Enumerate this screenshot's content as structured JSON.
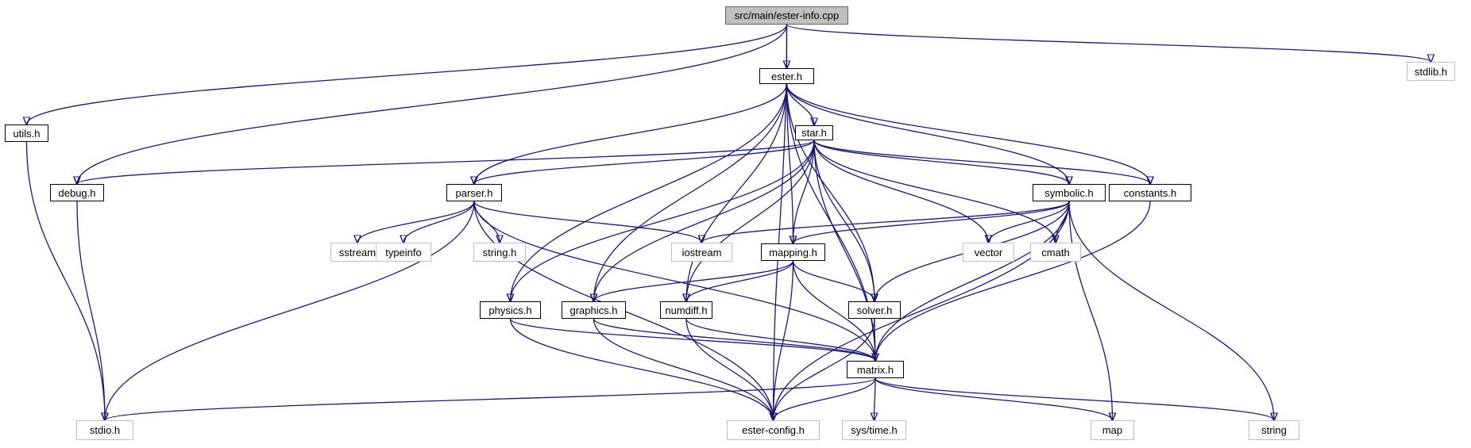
{
  "graph": {
    "colors": {
      "edge": "#191970",
      "root_fill": "#bfbfbf",
      "external_border": "#bfbfbf",
      "internal_border": "#000000"
    },
    "nodes": [
      {
        "id": "root",
        "label": "src/main/ester-info.cpp",
        "kind": "root"
      },
      {
        "id": "ester",
        "label": "ester.h",
        "kind": "internal"
      },
      {
        "id": "stdlib",
        "label": "stdlib.h",
        "kind": "external"
      },
      {
        "id": "utils",
        "label": "utils.h",
        "kind": "internal"
      },
      {
        "id": "star",
        "label": "star.h",
        "kind": "internal"
      },
      {
        "id": "debug",
        "label": "debug.h",
        "kind": "internal"
      },
      {
        "id": "parser",
        "label": "parser.h",
        "kind": "internal"
      },
      {
        "id": "symbolic",
        "label": "symbolic.h",
        "kind": "internal"
      },
      {
        "id": "constants",
        "label": "constants.h",
        "kind": "internal"
      },
      {
        "id": "sstream",
        "label": "sstream",
        "kind": "external"
      },
      {
        "id": "typeinfo",
        "label": "typeinfo",
        "kind": "external"
      },
      {
        "id": "string_h",
        "label": "string.h",
        "kind": "external"
      },
      {
        "id": "iostream",
        "label": "iostream",
        "kind": "external"
      },
      {
        "id": "mapping",
        "label": "mapping.h",
        "kind": "internal"
      },
      {
        "id": "vector",
        "label": "vector",
        "kind": "external"
      },
      {
        "id": "cmath",
        "label": "cmath",
        "kind": "external"
      },
      {
        "id": "physics",
        "label": "physics.h",
        "kind": "internal"
      },
      {
        "id": "graphics",
        "label": "graphics.h",
        "kind": "internal"
      },
      {
        "id": "numdiff",
        "label": "numdiff.h",
        "kind": "internal"
      },
      {
        "id": "solver",
        "label": "solver.h",
        "kind": "internal"
      },
      {
        "id": "matrix",
        "label": "matrix.h",
        "kind": "internal"
      },
      {
        "id": "stdio",
        "label": "stdio.h",
        "kind": "external"
      },
      {
        "id": "esterconfig",
        "label": "ester-config.h",
        "kind": "external"
      },
      {
        "id": "systime",
        "label": "sys/time.h",
        "kind": "external"
      },
      {
        "id": "map",
        "label": "map",
        "kind": "external"
      },
      {
        "id": "string",
        "label": "string",
        "kind": "external"
      }
    ],
    "edges": [
      [
        "root",
        "ester"
      ],
      [
        "root",
        "stdlib"
      ],
      [
        "root",
        "utils"
      ],
      [
        "root",
        "debug"
      ],
      [
        "root",
        "esterconfig"
      ],
      [
        "utils",
        "stdio"
      ],
      [
        "debug",
        "stdio"
      ],
      [
        "ester",
        "star"
      ],
      [
        "ester",
        "parser"
      ],
      [
        "ester",
        "symbolic"
      ],
      [
        "ester",
        "constants"
      ],
      [
        "ester",
        "mapping"
      ],
      [
        "ester",
        "physics"
      ],
      [
        "ester",
        "graphics"
      ],
      [
        "ester",
        "numdiff"
      ],
      [
        "ester",
        "solver"
      ],
      [
        "ester",
        "matrix"
      ],
      [
        "star",
        "debug"
      ],
      [
        "star",
        "parser"
      ],
      [
        "star",
        "symbolic"
      ],
      [
        "star",
        "constants"
      ],
      [
        "star",
        "mapping"
      ],
      [
        "star",
        "vector"
      ],
      [
        "star",
        "cmath"
      ],
      [
        "star",
        "physics"
      ],
      [
        "star",
        "graphics"
      ],
      [
        "star",
        "numdiff"
      ],
      [
        "star",
        "solver"
      ],
      [
        "star",
        "matrix"
      ],
      [
        "parser",
        "sstream"
      ],
      [
        "parser",
        "typeinfo"
      ],
      [
        "parser",
        "string_h"
      ],
      [
        "parser",
        "iostream"
      ],
      [
        "parser",
        "stdio"
      ],
      [
        "parser",
        "esterconfig"
      ],
      [
        "parser",
        "matrix"
      ],
      [
        "symbolic",
        "iostream"
      ],
      [
        "symbolic",
        "vector"
      ],
      [
        "symbolic",
        "cmath"
      ],
      [
        "symbolic",
        "mapping"
      ],
      [
        "symbolic",
        "solver"
      ],
      [
        "symbolic",
        "matrix"
      ],
      [
        "symbolic",
        "esterconfig"
      ],
      [
        "symbolic",
        "map"
      ],
      [
        "symbolic",
        "string"
      ],
      [
        "constants",
        "matrix"
      ],
      [
        "mapping",
        "graphics"
      ],
      [
        "mapping",
        "numdiff"
      ],
      [
        "mapping",
        "solver"
      ],
      [
        "mapping",
        "matrix"
      ],
      [
        "mapping",
        "esterconfig"
      ],
      [
        "physics",
        "matrix"
      ],
      [
        "physics",
        "esterconfig"
      ],
      [
        "graphics",
        "matrix"
      ],
      [
        "graphics",
        "esterconfig"
      ],
      [
        "numdiff",
        "matrix"
      ],
      [
        "numdiff",
        "esterconfig"
      ],
      [
        "solver",
        "matrix"
      ],
      [
        "solver",
        "esterconfig"
      ],
      [
        "matrix",
        "stdio"
      ],
      [
        "matrix",
        "esterconfig"
      ],
      [
        "matrix",
        "systime"
      ],
      [
        "matrix",
        "map"
      ],
      [
        "matrix",
        "string"
      ]
    ]
  }
}
